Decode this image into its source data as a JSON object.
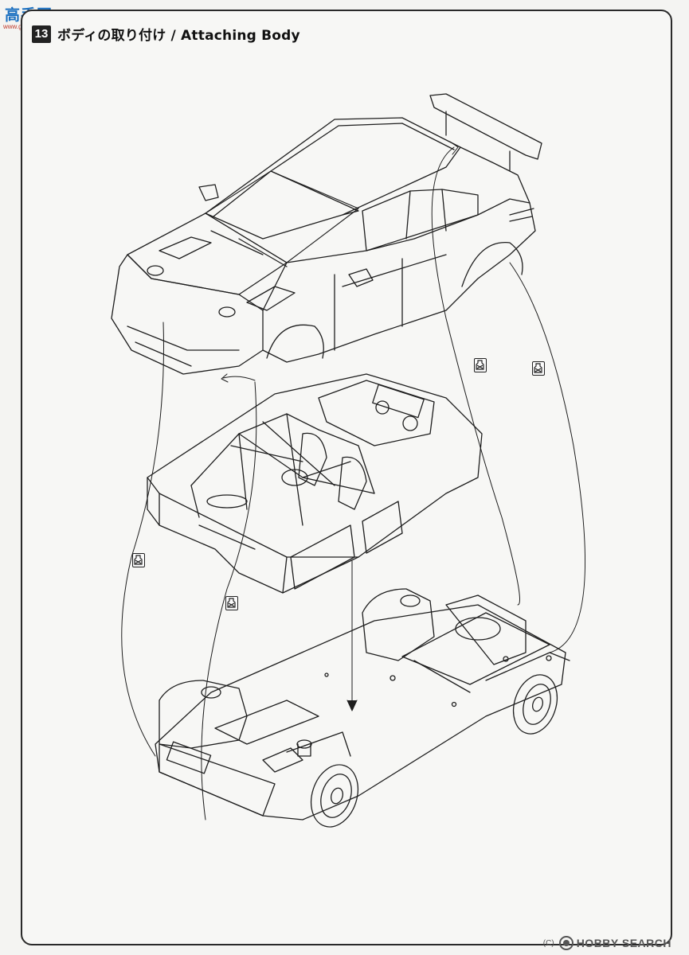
{
  "logo": {
    "cn_text": "高手网",
    "url_text": "www.gaoshou.com"
  },
  "step": {
    "number": "13",
    "title": "ボディの取り付け / Attaching Body"
  },
  "watermark": {
    "mark": "(C)",
    "text": "HOBBY SEARCH"
  },
  "icons": {
    "cement_marker": "no-cement-icon"
  },
  "colors": {
    "line": "#1e1e1e",
    "paper": "#f7f7f5",
    "logo_blue": "#1a6fc0",
    "logo_red": "#e4472a"
  }
}
